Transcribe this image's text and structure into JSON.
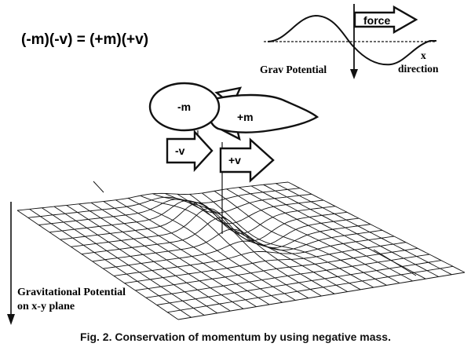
{
  "equation": "(-m)(-v) = (+m)(+v)",
  "inset": {
    "force_label": "force",
    "potential_label": "Grav Potential",
    "x_axis_label_line1": "x",
    "x_axis_label_line2": "direction"
  },
  "masses": {
    "negative_mass": "-m",
    "positive_mass": "+m"
  },
  "velocities": {
    "negative_velocity": "-v",
    "positive_velocity": "+v"
  },
  "plane": {
    "axis_label_line1": "Gravitational Potential",
    "axis_label_line2": "on x-y plane"
  },
  "caption": "Fig. 2.  Conservation of momentum by using negative mass."
}
